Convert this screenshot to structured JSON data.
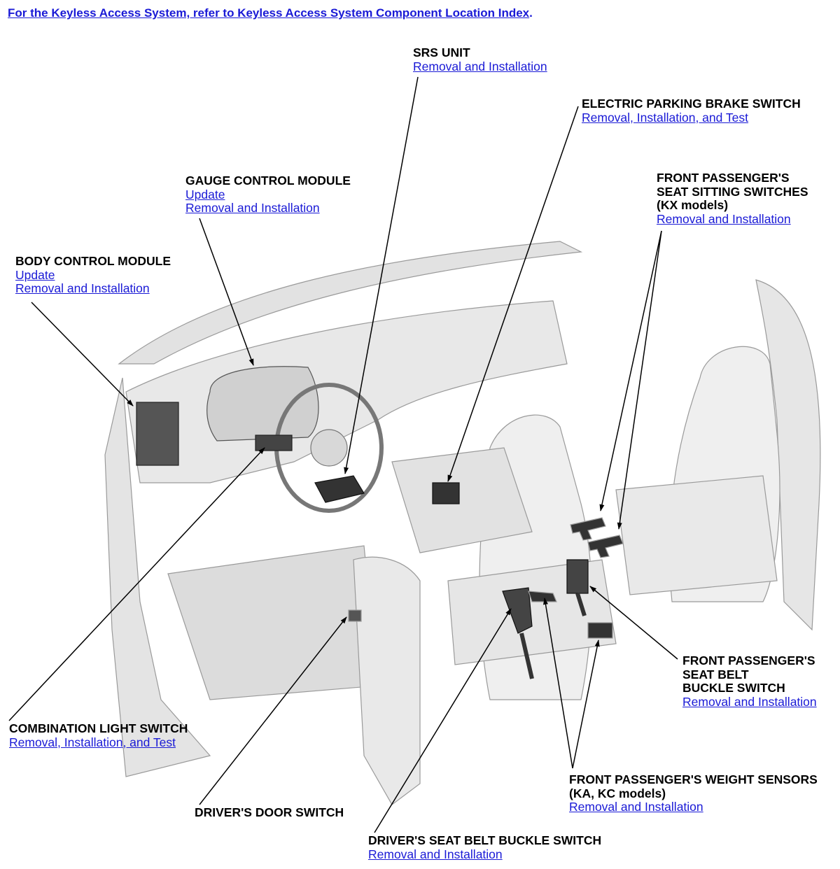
{
  "header": {
    "intro": "For the Keyless Access System, refer to Keyless Access System Component Location Index",
    "period": "."
  },
  "components": {
    "srs_unit": {
      "title": "SRS UNIT",
      "links": [
        "Removal and Installation"
      ]
    },
    "epb_switch": {
      "title": "ELECTRIC PARKING BRAKE SWITCH",
      "links": [
        "Removal, Installation, and Test"
      ]
    },
    "gauge_control_module": {
      "title": "GAUGE CONTROL MODULE",
      "links": [
        "Update",
        "Removal and Installation"
      ]
    },
    "body_control_module": {
      "title": "BODY CONTROL MODULE",
      "links": [
        "Update",
        "Removal and Installation"
      ]
    },
    "seat_sitting_switches": {
      "title_lines": [
        "FRONT PASSENGER'S",
        "SEAT SITTING SWITCHES",
        "(KX models)"
      ],
      "links": [
        "Removal and Installation"
      ]
    },
    "passenger_buckle_switch": {
      "title_lines": [
        "FRONT PASSENGER'S",
        "SEAT BELT",
        "BUCKLE SWITCH"
      ],
      "links": [
        "Removal and Installation"
      ]
    },
    "combination_light_switch": {
      "title": "COMBINATION LIGHT SWITCH",
      "links": [
        "Removal, Installation, and Test"
      ]
    },
    "weight_sensors": {
      "title_lines": [
        "FRONT PASSENGER'S WEIGHT SENSORS",
        "(KA, KC models)"
      ],
      "links": [
        "Removal and Installation"
      ]
    },
    "drivers_door_switch": {
      "title": "DRIVER'S DOOR SWITCH"
    },
    "driver_buckle_switch": {
      "title": "DRIVER'S SEAT BELT BUCKLE SWITCH",
      "links": [
        "Removal and Installation"
      ]
    }
  }
}
